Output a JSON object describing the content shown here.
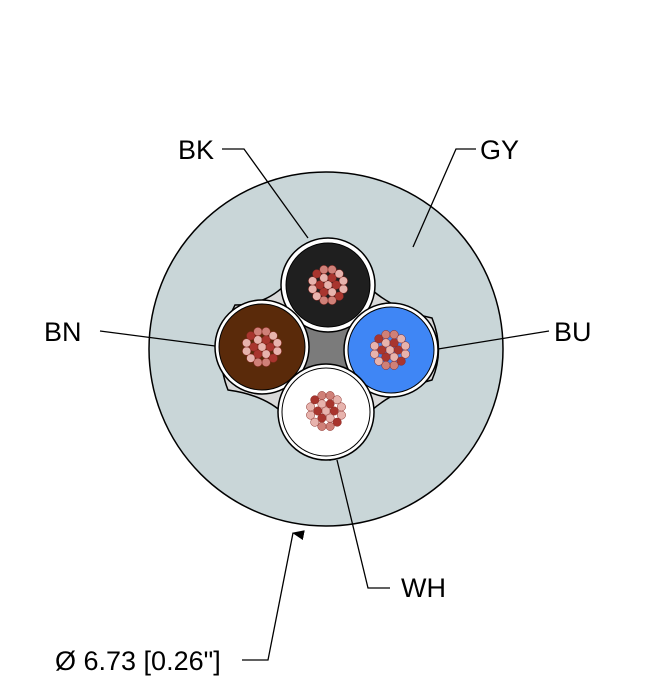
{
  "diagram": {
    "labels": {
      "black": "BK",
      "gray": "GY",
      "brown": "BN",
      "blue": "BU",
      "white": "WH",
      "diameter": "Ø 6.73 [0.26\"]"
    },
    "colors": {
      "jacket": "#c9d6d8",
      "filler": "#7b7b7b",
      "black_core": "#1f1f1f",
      "brown_core": "#5a2a0a",
      "blue_core": "#3f86f5",
      "white_core": "#ffffff",
      "strand_light": "#e7b3ad",
      "strand_mid": "#cf8078",
      "strand_dark": "#a8352e",
      "line": "#000000"
    }
  }
}
